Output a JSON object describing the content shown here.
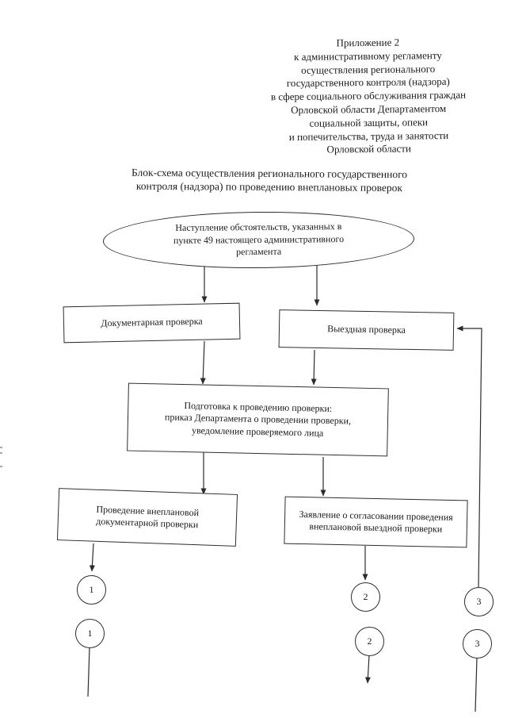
{
  "header": {
    "appendix_block": "Приложение 2\nк административному регламенту\nосуществления регионального\nгосударственного контроля (надзора)\nв сфере социального обслуживания граждан\nОрловской области Департаментом\nсоциальной защиты, опеки\nи попечительства, труда и занятости\nОрловской области"
  },
  "title": "Блок-схема осуществления регионального государственного\nконтроля (надзора) по проведению внеплановых проверок",
  "flowchart": {
    "start_ellipse": "Наступление обстоятельств, указанных в\nпункте 49 настоящего административного\nрегламента",
    "box_documentary": "Документарная проверка",
    "box_field": "Выездная проверка",
    "box_preparation": "Подготовка к проведению проверки:\nприказ Департамента о проведении проверки,\nуведомление проверяемого лица",
    "box_unscheduled_documentary": "Проведение внеплановой\nдокументарной проверки",
    "box_approval_request": "Заявление о согласовании проведения\nвнеплановой выездной проверки",
    "connectors": {
      "c1": "1",
      "c2": "2",
      "c3": "3"
    }
  },
  "colors": {
    "ink": "#1b1b1b",
    "line": "#2b2b2b",
    "paper": "#ffffff"
  }
}
